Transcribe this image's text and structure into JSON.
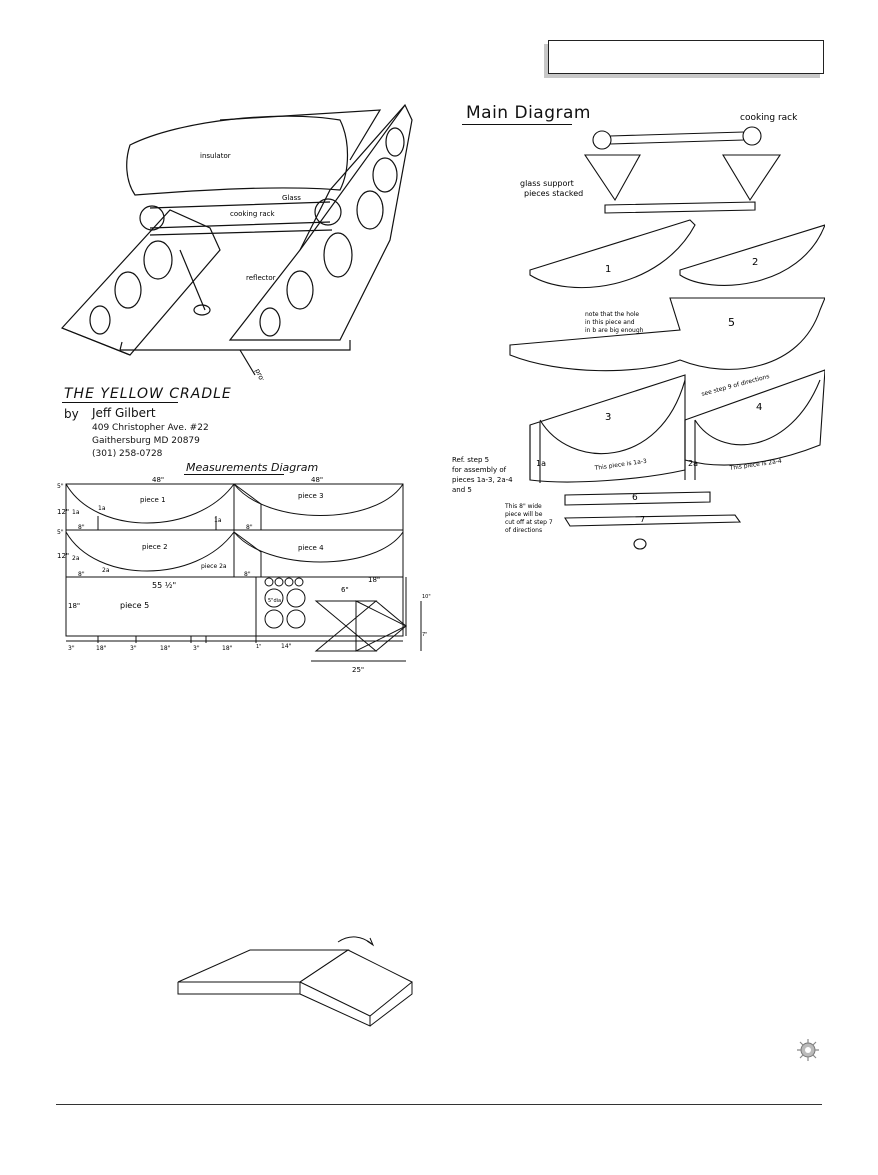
{
  "header": {
    "box_text": ""
  },
  "left_sketch": {
    "insulator": "insulator",
    "glass": "Glass",
    "cooking_rack": "cooking rack",
    "reflector": "reflector",
    "prop_rod": "prop rod"
  },
  "credits": {
    "title": "THE YELLOW CRADLE",
    "by": "by",
    "name": "Jeff Gilbert",
    "address1": "409 Christopher Ave. #22",
    "address2": "Gaithersburg MD 20879",
    "phone": "(301) 258-0728"
  },
  "measurements": {
    "title": "Measurements Diagram",
    "w48_left": "48\"",
    "w48_right": "48\"",
    "h12_top": "12\"",
    "h12_mid": "12\"",
    "h5_top": "5\"",
    "h5_mid": "5\"",
    "piece1": "piece 1",
    "piece2": "piece 2",
    "piece3": "piece 3",
    "piece4": "piece 4",
    "piece2a": "piece 2a",
    "piece5": "piece 5",
    "p1a_left": "1a",
    "p1a_mid": "1a",
    "p1a_right": "1a",
    "p2a_left": "2a",
    "p2a_mid": "2a",
    "d8_1": "8\"",
    "d8_2": "8\"",
    "d8_3": "8\"",
    "d8_4": "8\"",
    "w55": "55 ½\"",
    "h18_left": "18\"",
    "h18_right": "18\"",
    "d6": "6\"",
    "d5dia": "5\"dia",
    "b3_1": "3\"",
    "b18_1": "18\"",
    "b3_2": "3\"",
    "b18_2": "18\"",
    "b3_3": "3\"",
    "b18_3": "18\"",
    "b1": "1\"",
    "b14": "14\"",
    "d25": "25\"",
    "d10": "10\"",
    "d7": "7\""
  },
  "main_diagram": {
    "title": "Main Diagram",
    "cooking_rack": "cooking rack",
    "glass_support": "glass support",
    "pieces_stacked": "pieces stacked",
    "p1": "1",
    "p2": "2",
    "p3": "3",
    "p4": "4",
    "p5": "5",
    "p6": "6",
    "p7": "7",
    "p2a": "2a",
    "p1a": "1a",
    "note1": "note that the hole",
    "note2": "in this piece and",
    "note3": "in b are big enough",
    "see_step": "see step 9 of directions",
    "piece_1a3": "This piece is 1a-3",
    "piece_2a4": "This piece is 2a-4",
    "ref1": "Ref. step 5",
    "ref2": "for assembly of",
    "ref3": "pieces 1a-3, 2a-4",
    "ref4": "and 5",
    "cut1": "This 8\" wide",
    "cut2": "piece will be",
    "cut3": "cut off at step 7",
    "cut4": "of directions"
  },
  "colors": {
    "ink": "#111111",
    "shadow": "#c8c8c8"
  },
  "icons": {
    "seal": "compass-seal-icon"
  }
}
